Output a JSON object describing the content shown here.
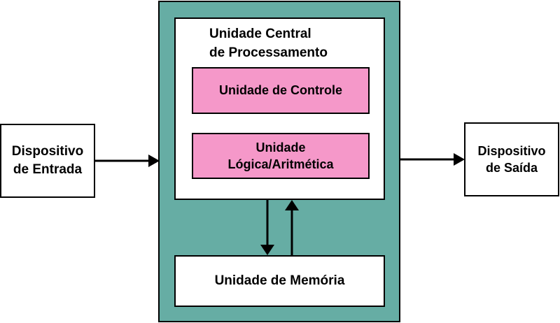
{
  "colors": {
    "outer_block_fill": "#66ada4",
    "inner_unit_fill": "#f598c9",
    "box_fill": "#ffffff",
    "stroke": "#000000"
  },
  "input_device": {
    "label": "Dispositivo\nde Entrada"
  },
  "cpu": {
    "title": "Unidade Central\nde Processamento",
    "control_unit": "Unidade de Controle",
    "alu": "Unidade\nLógica/Aritmética"
  },
  "memory_unit": {
    "label": "Unidade de Memória"
  },
  "output_device": {
    "label": "Dispositivo\nde Saída"
  }
}
